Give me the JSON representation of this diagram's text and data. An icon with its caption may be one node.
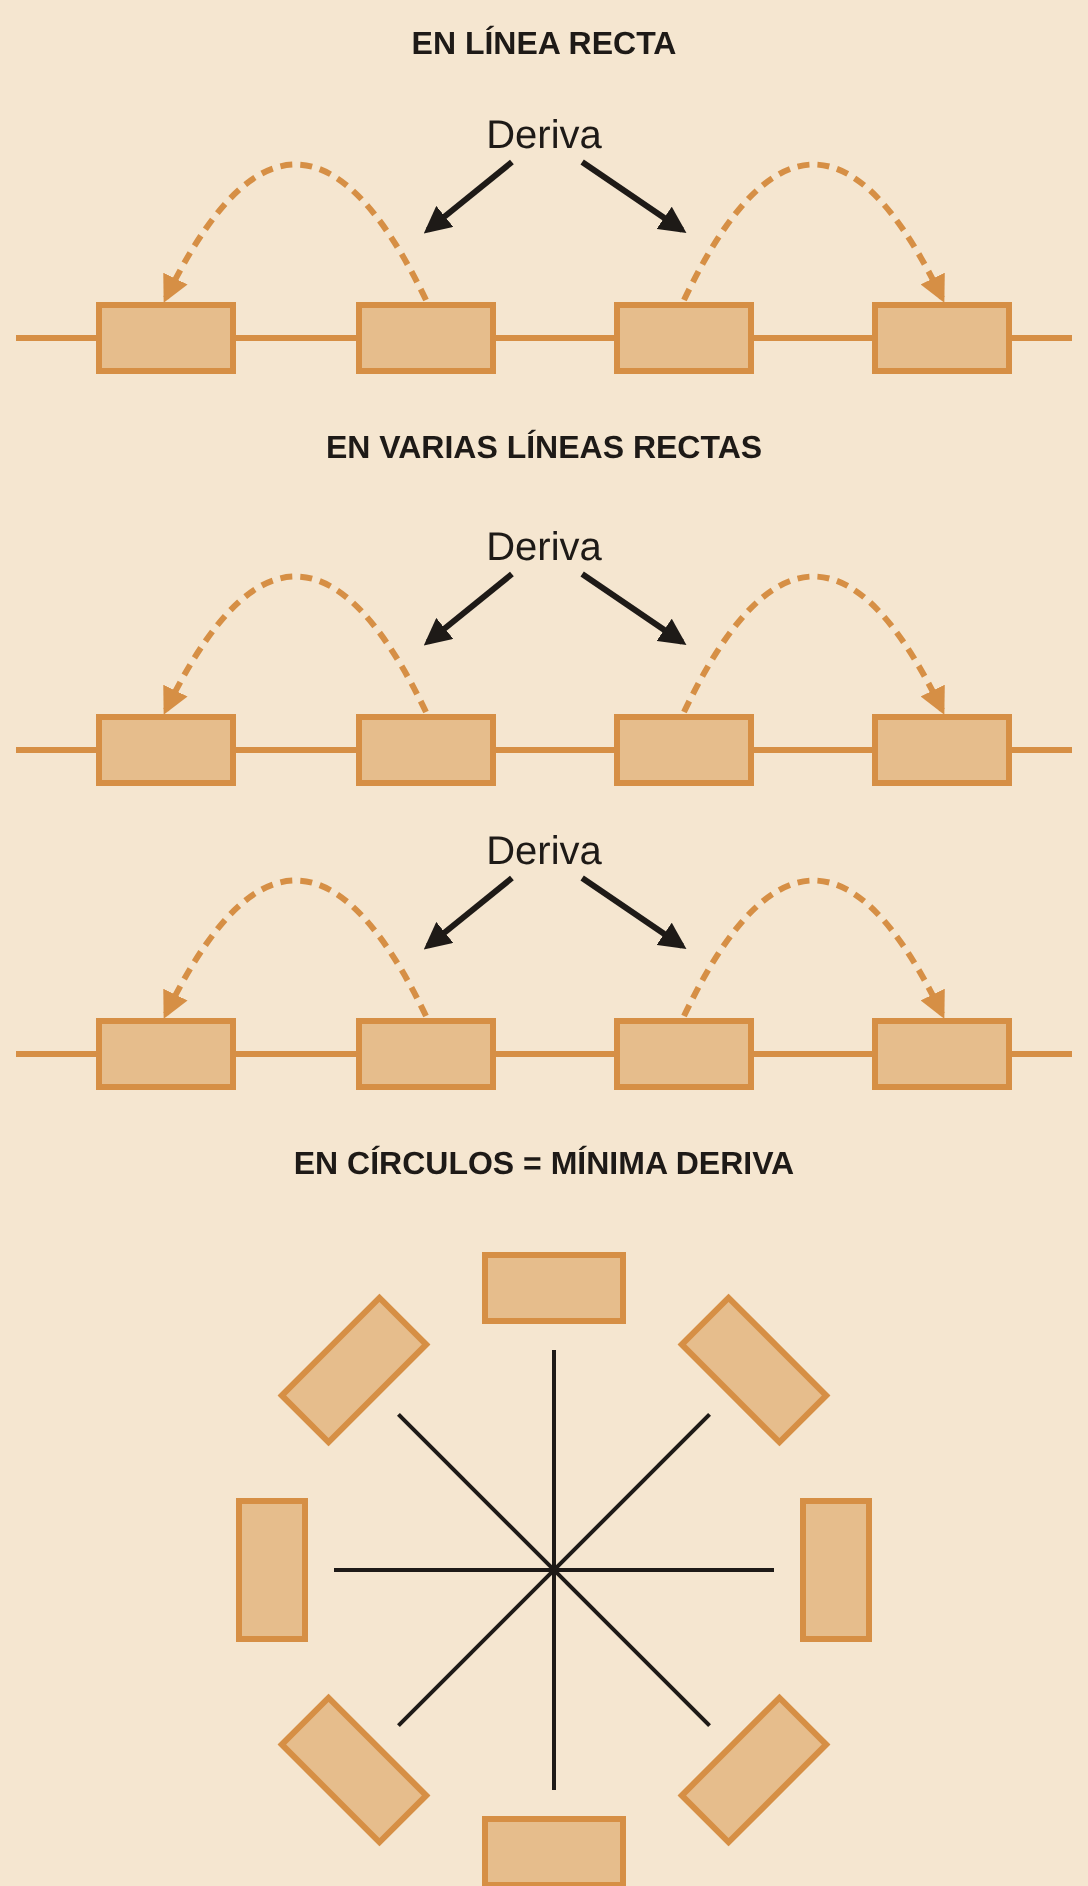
{
  "diagram": {
    "nodes": [
      {
        "text": [
          "Deriva"
        ]
      },
      {
        "text": [],
        "shape": "box"
      },
      {
        "text": [],
        "shape": "box"
      },
      {
        "text": [],
        "shape": "box"
      },
      {
        "text": [],
        "shape": "box"
      },
      {
        "text": [
          "Deriva"
        ]
      },
      {
        "text": [],
        "shape": "box"
      },
      {
        "text": [],
        "shape": "box"
      },
      {
        "text": [],
        "shape": "box"
      },
      {
        "text": [],
        "shape": "box"
      },
      {
        "text": [
          "Deriva"
        ]
      },
      {
        "text": [],
        "shape": "box"
      },
      {
        "text": [],
        "shape": "box"
      },
      {
        "text": [],
        "shape": "box"
      },
      {
        "text": [],
        "shape": "box"
      },
      {
        "text": [],
        "shape": "box"
      },
      {
        "text": [],
        "shape": "box"
      },
      {
        "text": [],
        "shape": "box"
      },
      {
        "text": [],
        "shape": "box"
      },
      {
        "text": [],
        "shape": "box"
      },
      {
        "text": [],
        "shape": "box"
      },
      {
        "text": [],
        "shape": "box"
      },
      {
        "text": [],
        "shape": "box"
      }
    ],
    "edges": [
      {
        "from": null,
        "to": 1,
        "arrow": "none"
      },
      {
        "from": 1,
        "to": 2,
        "arrow": "none"
      },
      {
        "from": 2,
        "to": 3,
        "arrow": "none"
      },
      {
        "from": 3,
        "to": 4,
        "arrow": "none"
      },
      {
        "from": 4,
        "to": null,
        "arrow": "none"
      },
      {
        "from": 2,
        "to": 1,
        "arrow": "to",
        "style": "dashed"
      },
      {
        "from": 3,
        "to": 4,
        "arrow": "to",
        "style": "dashed"
      },
      {
        "from": 0,
        "to": null,
        "arrow": "to",
        "color": "#1e1a17"
      },
      {
        "from": 0,
        "to": null,
        "arrow": "to",
        "color": "#1e1a17"
      },
      {
        "from": null,
        "to": 6,
        "arrow": "none"
      },
      {
        "from": 6,
        "to": 7,
        "arrow": "none"
      },
      {
        "from": 7,
        "to": 8,
        "arrow": "none"
      },
      {
        "from": 8,
        "to": 9,
        "arrow": "none"
      },
      {
        "from": 9,
        "to": null,
        "arrow": "none"
      },
      {
        "from": 7,
        "to": 6,
        "arrow": "to",
        "style": "dashed"
      },
      {
        "from": 8,
        "to": 9,
        "arrow": "to",
        "style": "dashed"
      },
      {
        "from": 5,
        "to": null,
        "arrow": "to",
        "color": "#1e1a17"
      },
      {
        "from": 5,
        "to": null,
        "arrow": "to",
        "color": "#1e1a17"
      },
      {
        "from": null,
        "to": 11,
        "arrow": "none"
      },
      {
        "from": 11,
        "to": 12,
        "arrow": "none"
      },
      {
        "from": 12,
        "to": 13,
        "arrow": "none"
      },
      {
        "from": 13,
        "to": 14,
        "arrow": "none"
      },
      {
        "from": 14,
        "to": null,
        "arrow": "none"
      },
      {
        "from": 12,
        "to": 11,
        "arrow": "to",
        "style": "dashed"
      },
      {
        "from": 13,
        "to": 14,
        "arrow": "to",
        "style": "dashed"
      },
      {
        "from": 10,
        "to": null,
        "arrow": "to",
        "color": "#1e1a17"
      },
      {
        "from": 10,
        "to": null,
        "arrow": "to",
        "color": "#1e1a17"
      }
    ],
    "labels": [
      "EN LÍNEA RECTA",
      "EN VARIAS LÍNEAS RECTAS",
      "EN CÍRCULOS = MÍNIMA DERIVA"
    ]
  }
}
